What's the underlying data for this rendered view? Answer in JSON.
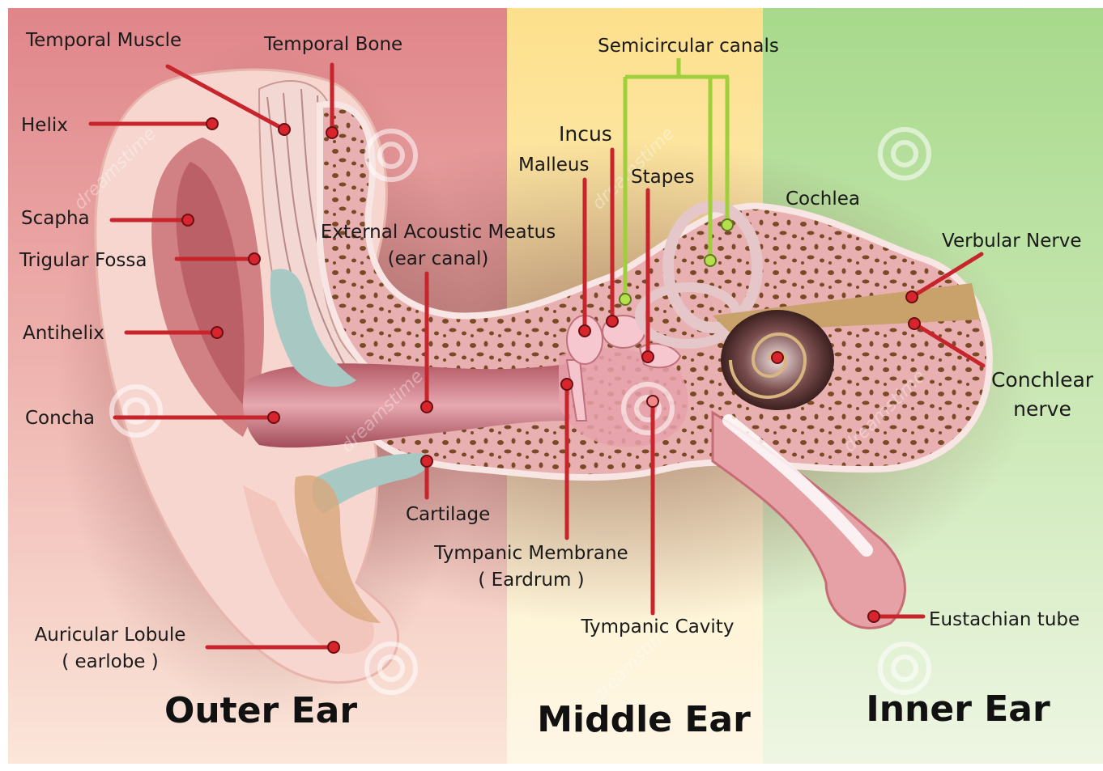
{
  "sections": {
    "outer": "Outer Ear",
    "middle": "Middle Ear",
    "inner": "Inner Ear"
  },
  "labels": {
    "temporal_muscle": "Temporal Muscle",
    "temporal_bone": "Temporal Bone",
    "helix": "Helix",
    "scapha": "Scapha",
    "trigular_fossa": "Trigular Fossa",
    "antihelix": "Antihelix",
    "concha": "Concha",
    "auricular_lobule_1": "Auricular Lobule",
    "auricular_lobule_2": "( earlobe )",
    "eam_1": "External Acoustic Meatus",
    "eam_2": "(ear canal)",
    "cartilage": "Cartilage",
    "tympanic_membrane_1": "Tympanic Membrane",
    "tympanic_membrane_2": "( Eardrum )",
    "tympanic_cavity": "Tympanic Cavity",
    "malleus": "Malleus",
    "incus": "Incus",
    "stapes": "Stapes",
    "semicircular_canals": "Semicircular canals",
    "cochlea": "Cochlea",
    "verbular_nerve": "Verbular Nerve",
    "conchlear_nerve_1": "Conchlear",
    "conchlear_nerve_2": "nerve",
    "eustachian_tube": "Eustachian tube"
  },
  "watermark": "dreamstime",
  "colors": {
    "outer_bg": "#e0868a",
    "middle_bg": "#fbe49a",
    "inner_bg": "#aedb8c",
    "pointer": "#c8242b",
    "canal_pointer": "#9fcf3a",
    "tissue": "#e9b2b4",
    "bone_spot": "#7a4a26"
  }
}
